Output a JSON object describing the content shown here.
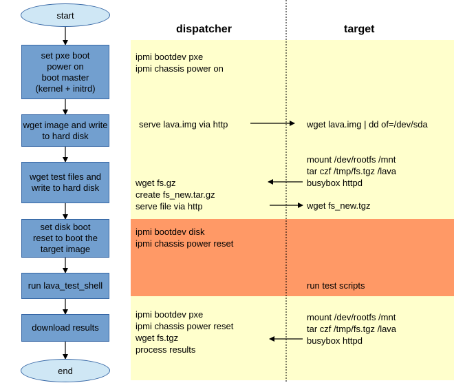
{
  "columns": {
    "dispatcher": "dispatcher",
    "target": "target"
  },
  "flow": {
    "start": "start",
    "end": "end",
    "steps": [
      "set pxe boot\npower on\nboot master\n(kernel + initrd)",
      "wget image and write\nto hard disk",
      "wget test files and\nwrite to hard disk",
      "set disk boot\nreset to boot the\ntarget image",
      "run lava_test_shell",
      "download results"
    ]
  },
  "dispatcher": {
    "block1": [
      "ipmi bootdev pxe",
      "ipmi chassis power on"
    ],
    "block2": [
      "serve lava.img via http"
    ],
    "block3": [
      "wget fs.gz",
      "create fs_new.tar.gz",
      "serve file via http"
    ],
    "block4": [
      "ipmi bootdev disk",
      "ipmi chassis power reset"
    ],
    "block5": [
      "ipmi bootdev pxe",
      "ipmi chassis power reset",
      "wget fs.tgz",
      "process results"
    ]
  },
  "target": {
    "block2": [
      "wget lava.img | dd of=/dev/sda"
    ],
    "block3": [
      "mount /dev/rootfs /mnt",
      "tar czf /tmp/fs.tgz /lava",
      "busybox httpd"
    ],
    "block3b": [
      "wget fs_new.tgz"
    ],
    "block4": [
      "run test scripts"
    ],
    "block5": [
      "mount /dev/rootfs /mnt",
      "tar czf /tmp/fs.tgz /lava",
      "busybox httpd"
    ]
  },
  "colors": {
    "step_fill": "#729fcf",
    "terminal_fill": "#cfe7f5",
    "band_yellow": "#ffffcc",
    "band_orange": "#ff9966"
  }
}
